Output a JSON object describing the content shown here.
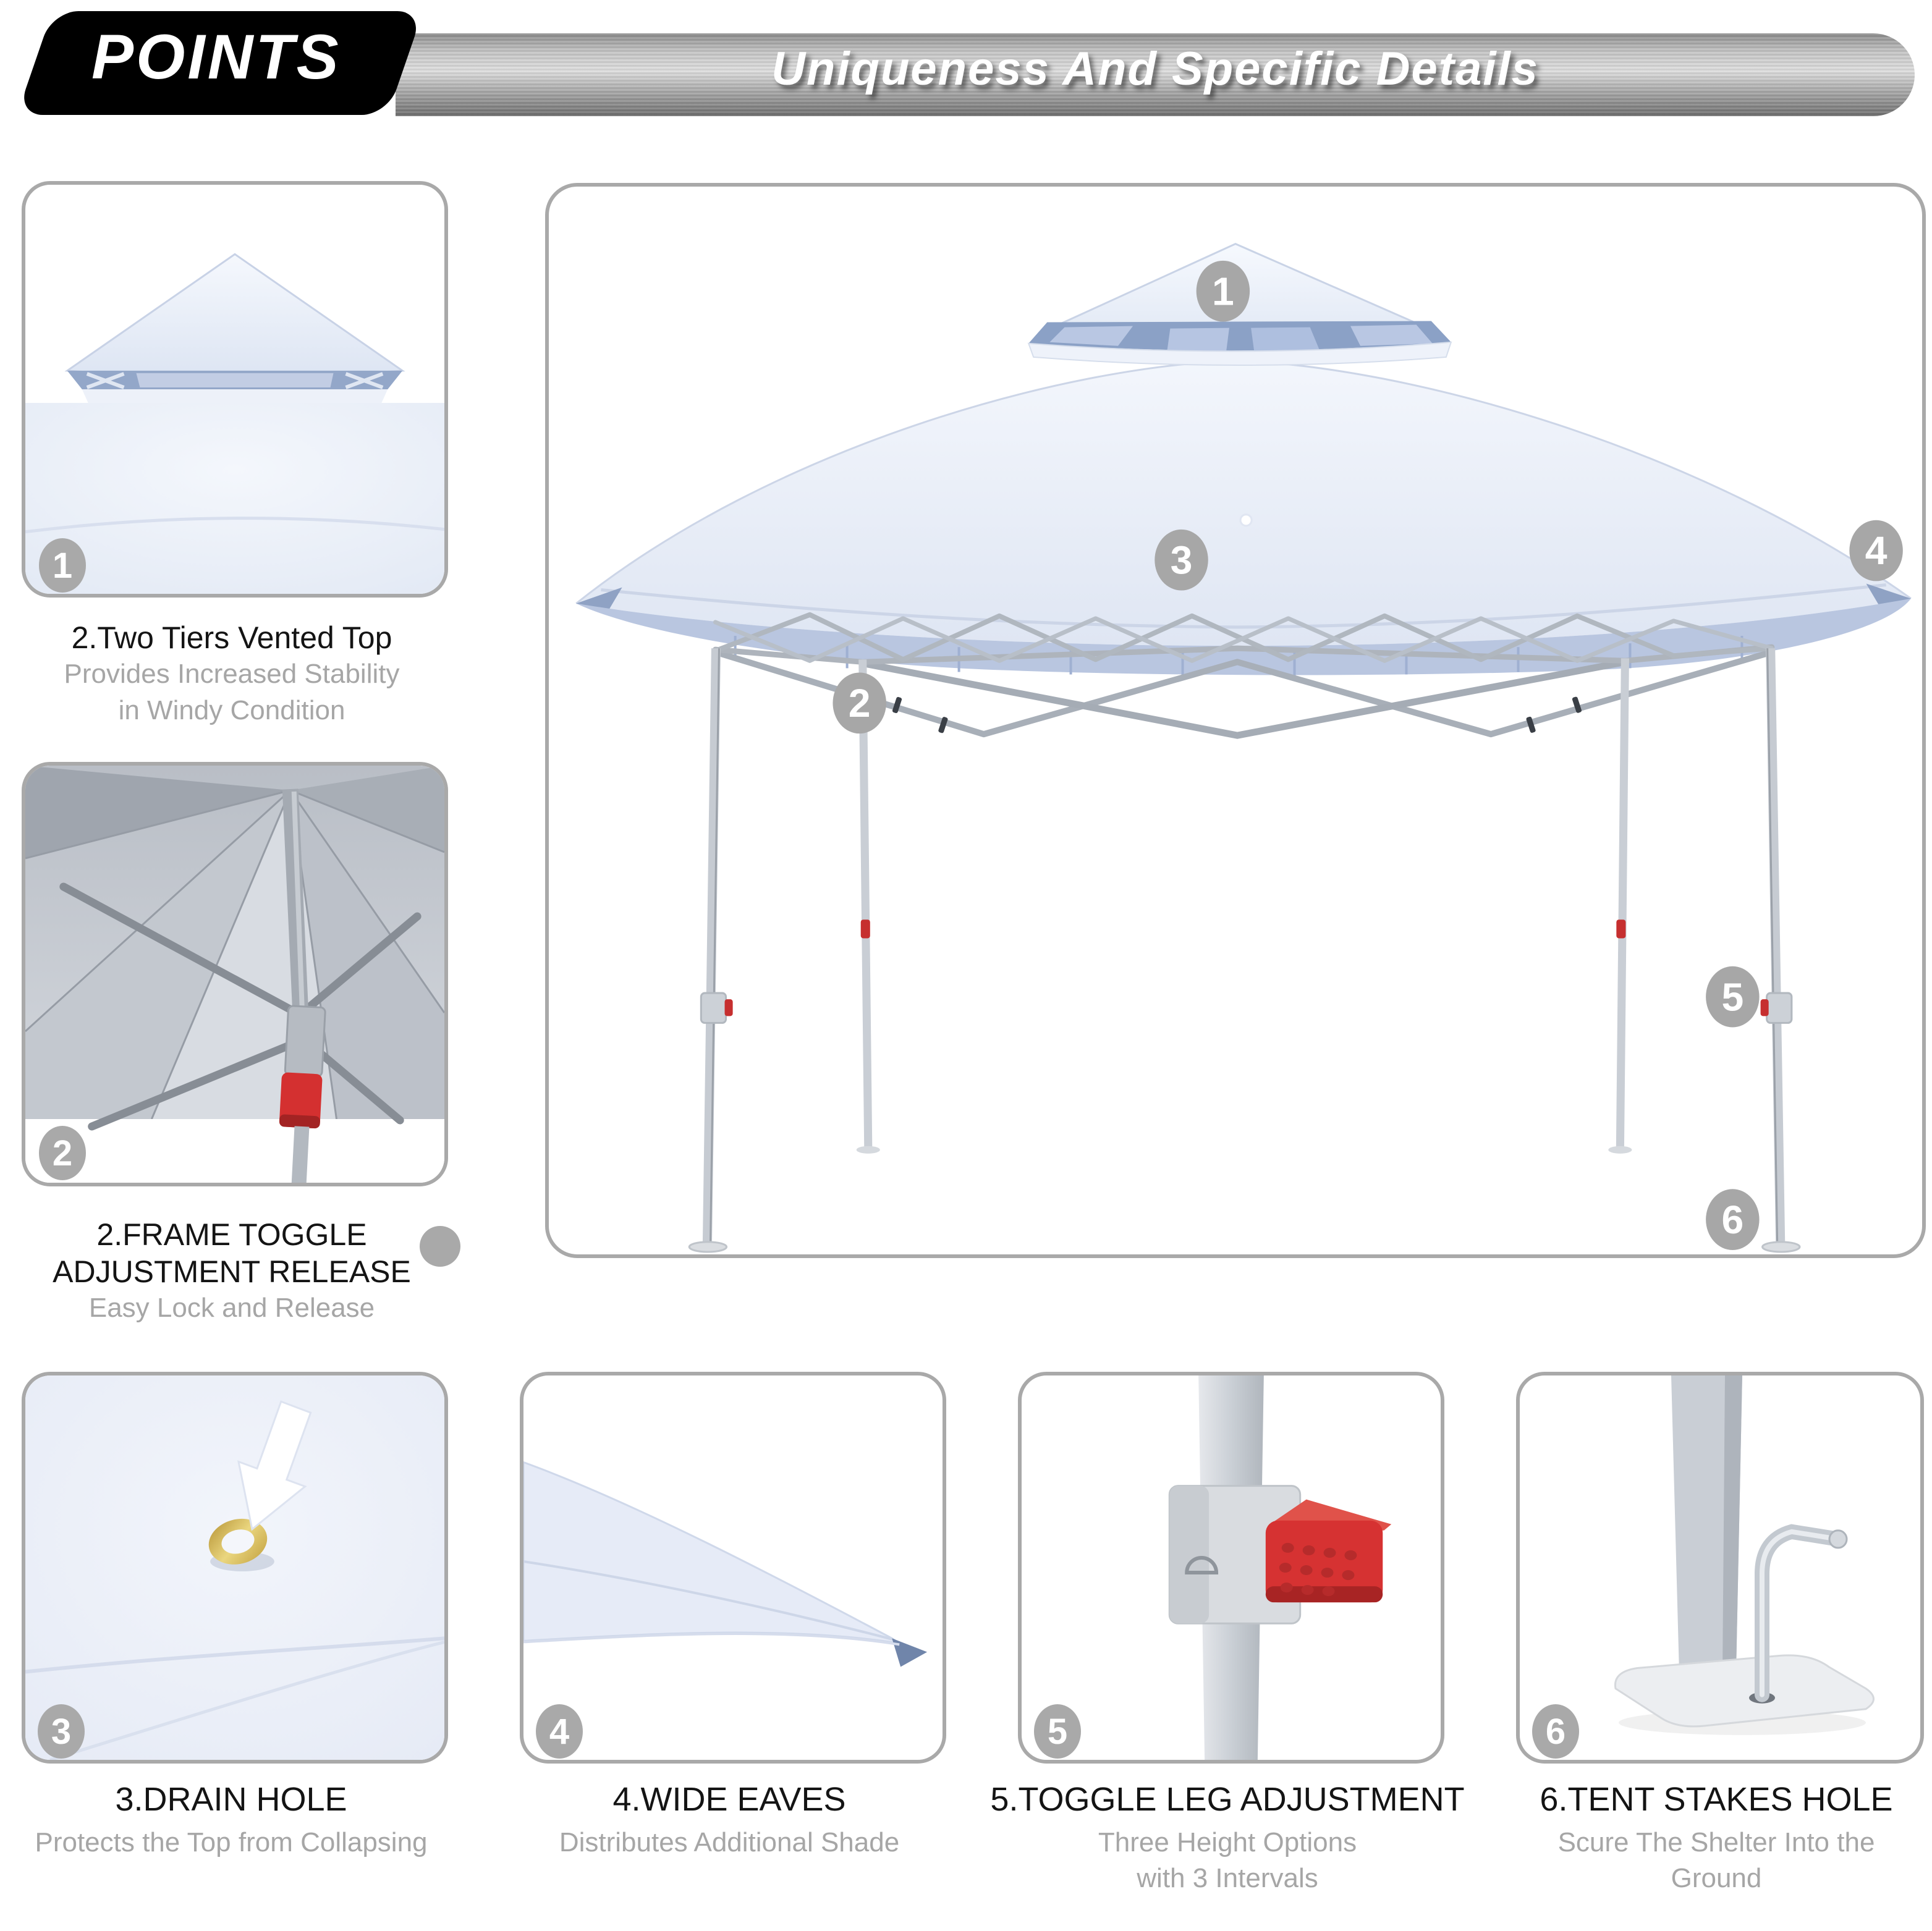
{
  "header": {
    "points_label": "POINTS",
    "banner_title": "Uniqueness And Specific Details"
  },
  "colors": {
    "accent_red": "#d43030",
    "badge_gray": "#a9a9a9",
    "card_border_gray": "#a9a9a9",
    "caption_gray": "#a6a6a6",
    "caption_black": "#141414",
    "fabric_light_blue": "#e9eef9",
    "fabric_vent_blue": "#8ba1c6",
    "frame_gray": "#b9bfc7",
    "grommet_gold": "#cfa93f"
  },
  "left_cards": [
    {
      "badge": "1",
      "title_lines": [
        "2.Two Tiers Vented Top"
      ],
      "sub_lines": [
        "Provides Increased Stability",
        "in Windy Condition"
      ]
    },
    {
      "badge": "2",
      "title_lines": [
        "2.FRAME TOGGLE",
        "ADJUSTMENT RELEASE"
      ],
      "sub_lines": [
        "Easy Lock and Release"
      ]
    }
  ],
  "main_diagram": {
    "badges": [
      "1",
      "2",
      "3",
      "4",
      "5",
      "6"
    ]
  },
  "bottom_cards": [
    {
      "badge": "3",
      "title": "3.DRAIN HOLE",
      "sub_lines": [
        "Protects the Top from Collapsing"
      ]
    },
    {
      "badge": "4",
      "title": "4.WIDE EAVES",
      "sub_lines": [
        "Distributes Additional Shade"
      ]
    },
    {
      "badge": "5",
      "title": "5.TOGGLE LEG ADJUSTMENT",
      "sub_lines": [
        "Three Height Options",
        "with 3 Intervals"
      ]
    },
    {
      "badge": "6",
      "title": "6.TENT STAKES HOLE",
      "sub_lines": [
        "Scure The Shelter Into the",
        "Ground"
      ]
    }
  ]
}
